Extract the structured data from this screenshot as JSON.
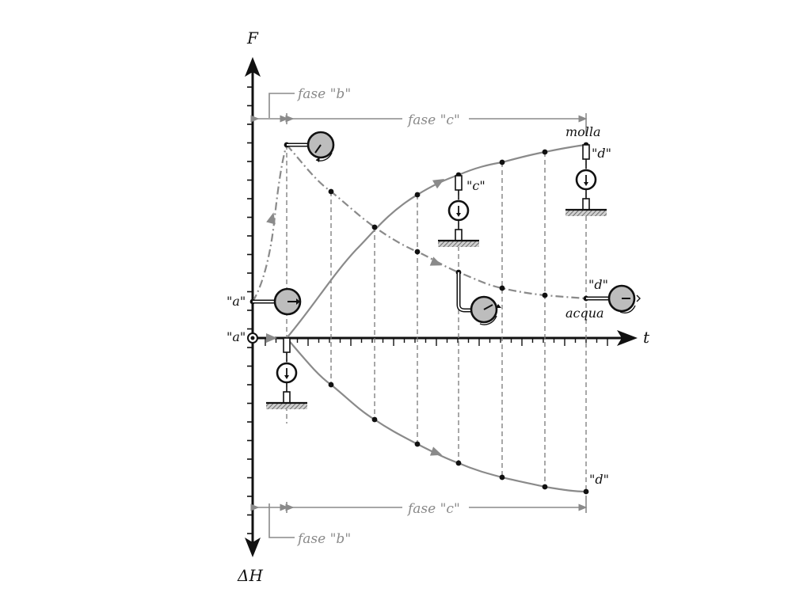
{
  "axes": {
    "y_up_label": "F",
    "y_down_label": "ΔH",
    "x_label": "t"
  },
  "labels": {
    "point_a_upper": "\"a\"",
    "point_a_origin": "\"a\"",
    "point_c": "\"c\"",
    "point_d_spring": "\"d\"",
    "point_d_water": "\"d\"",
    "point_d_settlement": "\"d\"",
    "spring": "molla",
    "water": "acqua"
  },
  "phases": {
    "top_b": "fase \"b\"",
    "top_c": "fase \"c\"",
    "bottom_c": "fase \"c\"",
    "bottom_b": "fase \"b\""
  },
  "colors": {
    "axis": "#111111",
    "curve": "#8a8a8a",
    "dashed_guides": "#7a7a7a",
    "gauge_fill": "#bdbdbd",
    "hatch": "#555555"
  },
  "icons": [
    "pressure-gauge-icon",
    "spring-piston-icon",
    "ground-hatch-icon",
    "standpipe-icon"
  ]
}
